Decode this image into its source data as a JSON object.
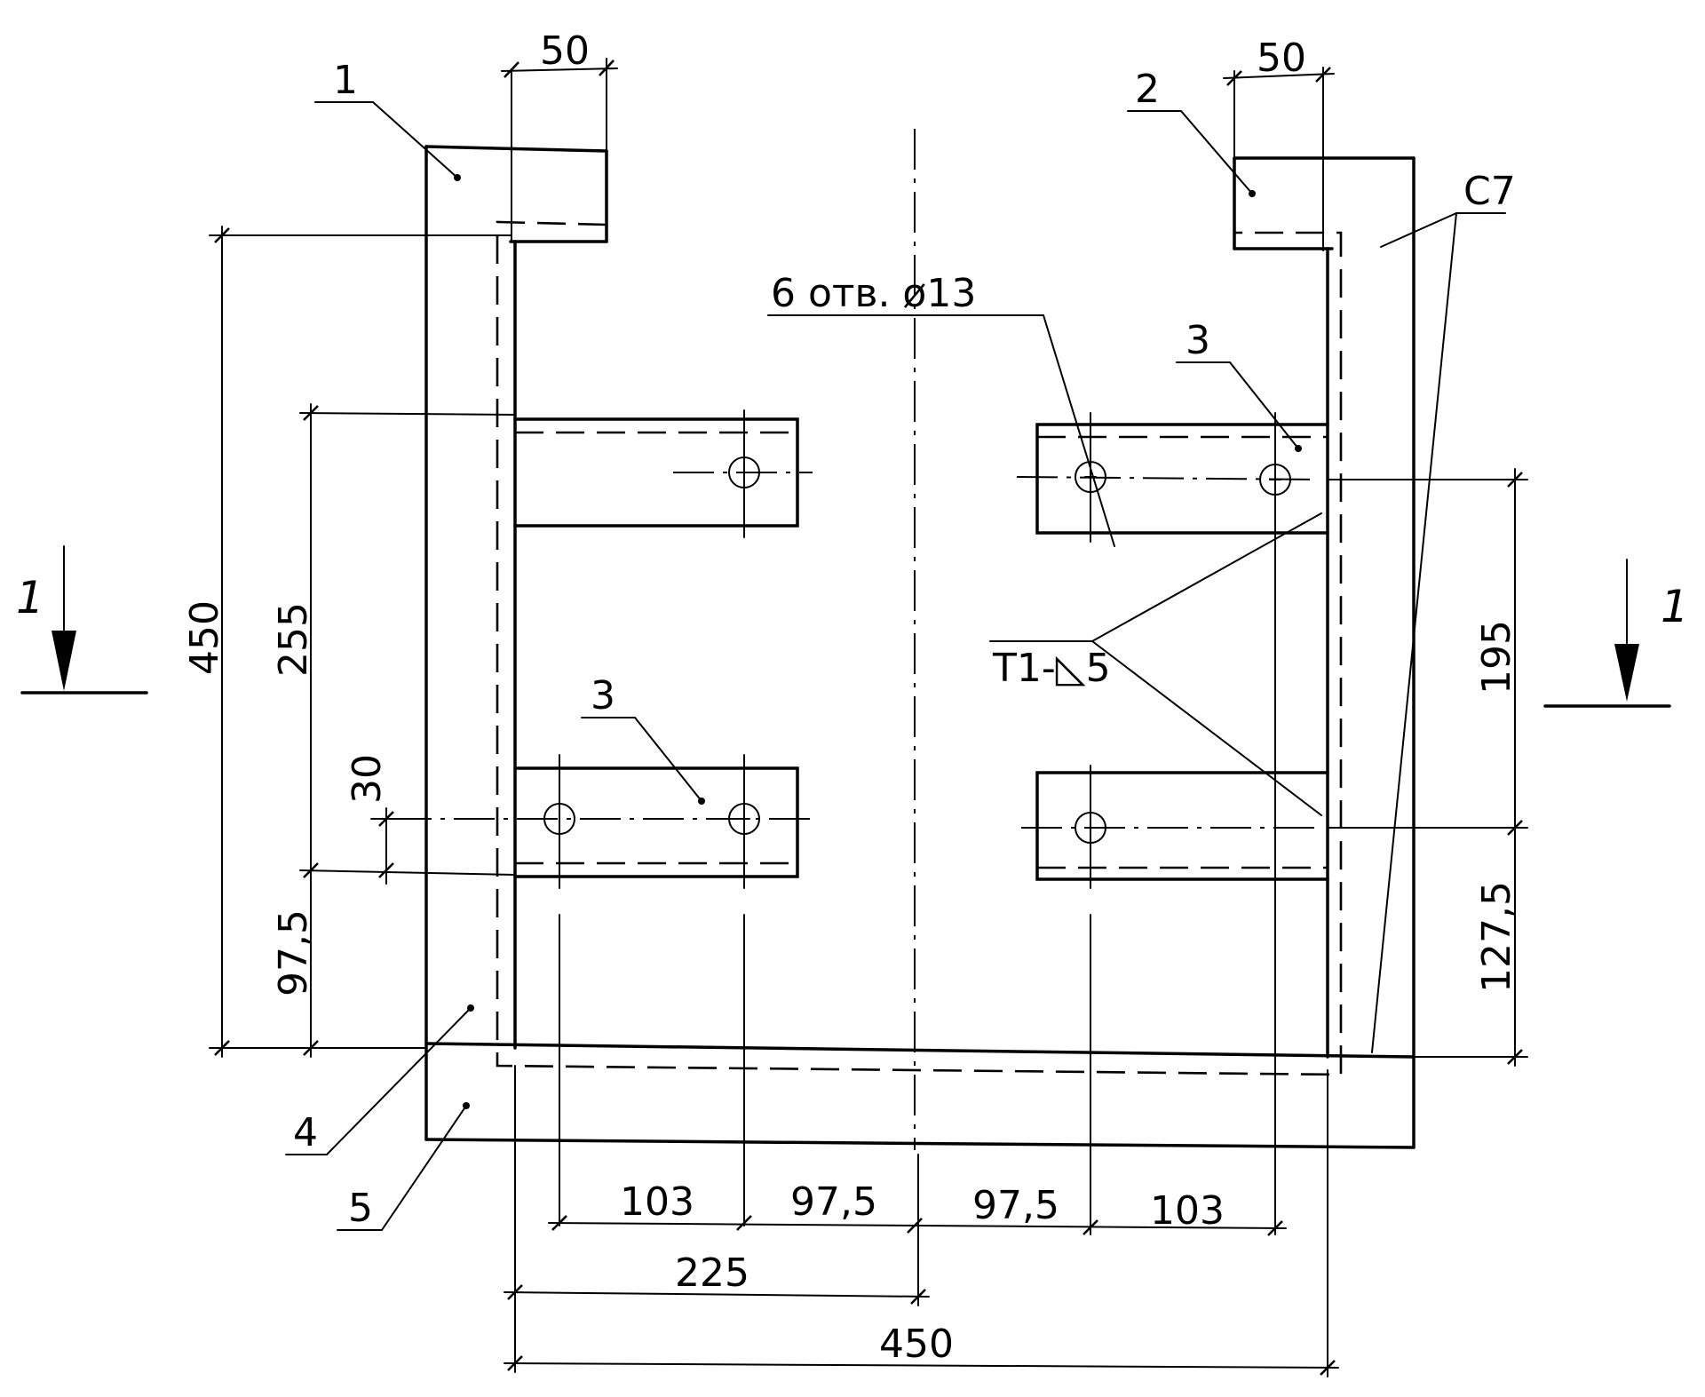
{
  "labels": {
    "pos1": "1",
    "pos2": "2",
    "pos3_top": "3",
    "pos3_bottom": "3",
    "pos4": "4",
    "pos5": "5",
    "weld_c7": "C7",
    "holes_note": "6 отв. ø13",
    "weld_t1": "T1-◺5",
    "section_left": "1",
    "section_right": "1"
  },
  "dimensions": {
    "top_left_50": "50",
    "top_right_50": "50",
    "height_450": "450",
    "height_255": "255",
    "height_30": "30",
    "height_97_5": "97,5",
    "right_195": "195",
    "right_127_5": "127,5",
    "bottom_103_left": "103",
    "bottom_97_5_left": "97,5",
    "bottom_97_5_right": "97,5",
    "bottom_103_right": "103",
    "bottom_225": "225",
    "bottom_450": "450"
  }
}
